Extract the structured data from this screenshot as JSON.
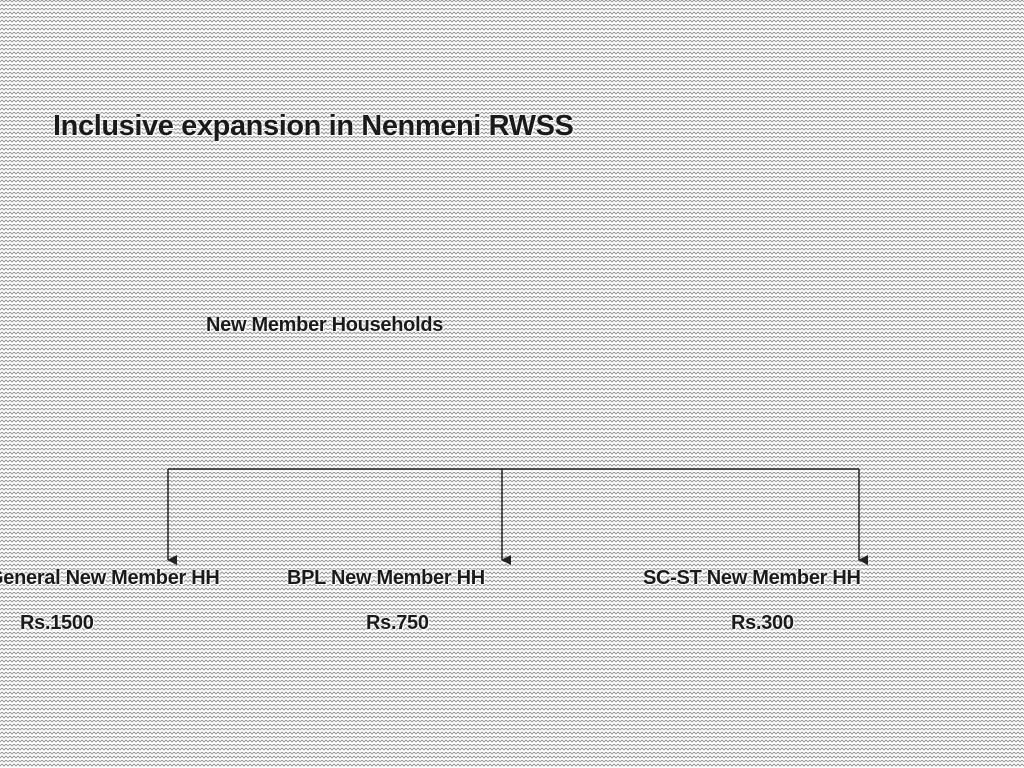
{
  "slide": {
    "title": "Inclusive expansion in Nenmeni RWSS"
  },
  "diagram": {
    "root": {
      "label": "New Member Households"
    },
    "branches": [
      {
        "label": "General New Member HH",
        "fee": "Rs.1500"
      },
      {
        "label": "BPL New Member HH",
        "fee": "Rs.750"
      },
      {
        "label": "SC-ST New Member HH",
        "fee": "Rs.300"
      }
    ]
  },
  "colors": {
    "background": "#ffffff",
    "pattern": "#9a9a9a",
    "text": "#1a1a1a",
    "connector": "#222222"
  }
}
